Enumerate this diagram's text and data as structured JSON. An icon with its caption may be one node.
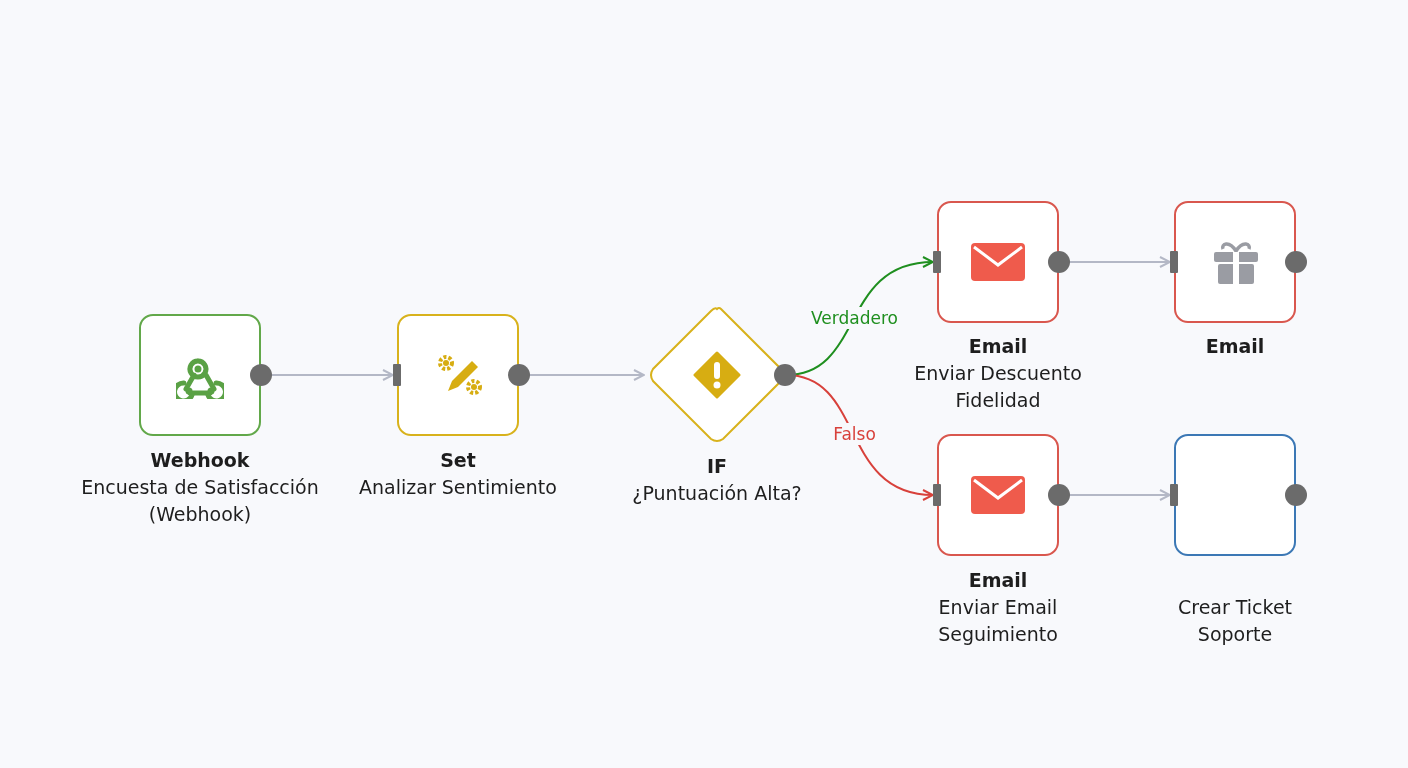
{
  "diagram": {
    "nodes": [
      {
        "text": [
          "Webhook",
          "Encuesta de Satisfacción (Webhook)"
        ]
      },
      {
        "text": [
          "Set",
          "Analizar Sentimiento"
        ]
      },
      {
        "text": [
          "IF",
          "¿Puntuación Alta?"
        ]
      },
      {
        "text": [
          "Email",
          "Enviar Descuento Fidelidad"
        ]
      },
      {
        "text": [
          "Email",
          "Enviar Email Seguimiento"
        ]
      },
      {
        "text": [
          "Email"
        ]
      },
      {
        "text": [
          "Crear Ticket Soporte"
        ]
      }
    ],
    "edges": [
      {
        "from": 0,
        "to": 1,
        "arrow": "to"
      },
      {
        "from": 1,
        "to": 2,
        "arrow": "to"
      },
      {
        "from": 2,
        "to": 3,
        "arrow": "to",
        "label": "Verdadero",
        "color": "#1f8f1f"
      },
      {
        "from": 2,
        "to": 4,
        "arrow": "to",
        "label": "Falso",
        "color": "#d8413b"
      },
      {
        "from": 3,
        "to": 5,
        "arrow": "to"
      },
      {
        "from": 4,
        "to": 6,
        "arrow": "to"
      }
    ]
  }
}
